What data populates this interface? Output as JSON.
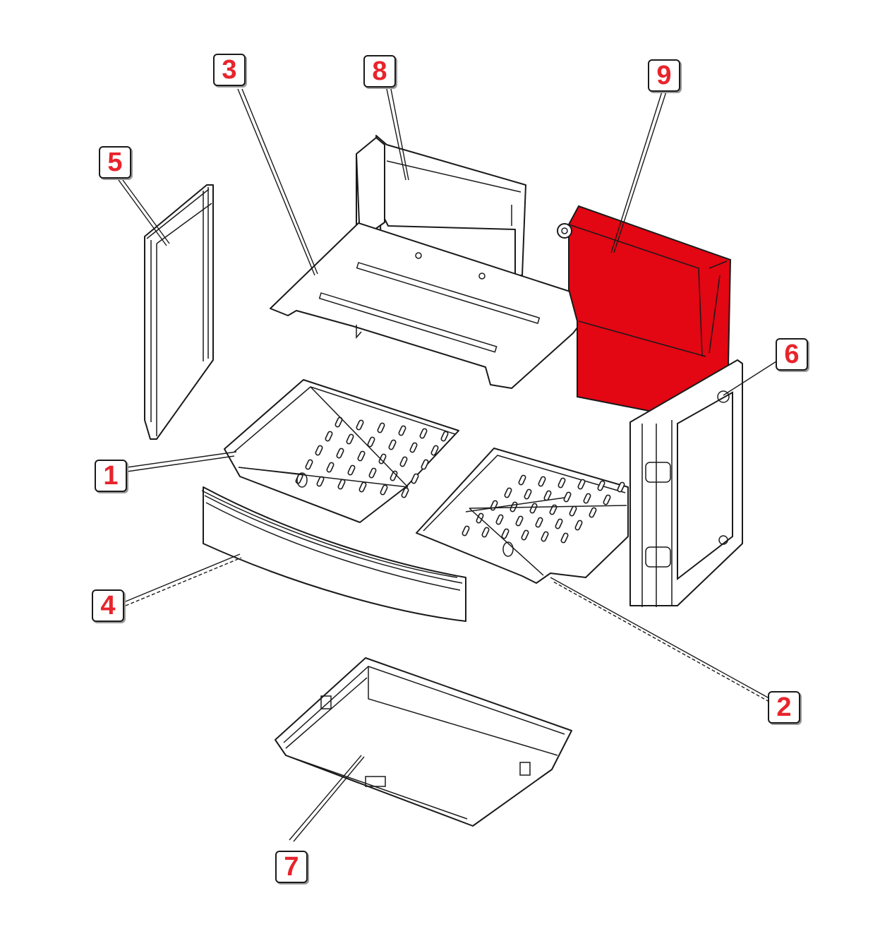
{
  "colors": {
    "highlight": "#e30613",
    "label_text": "#e8242c",
    "line": "#1a1a1a"
  },
  "callouts": [
    {
      "id": "1",
      "label": "1"
    },
    {
      "id": "2",
      "label": "2"
    },
    {
      "id": "3",
      "label": "3"
    },
    {
      "id": "4",
      "label": "4"
    },
    {
      "id": "5",
      "label": "5"
    },
    {
      "id": "6",
      "label": "6"
    },
    {
      "id": "7",
      "label": "7"
    },
    {
      "id": "8",
      "label": "8"
    },
    {
      "id": "9",
      "label": "9"
    }
  ],
  "highlighted_part": "9"
}
